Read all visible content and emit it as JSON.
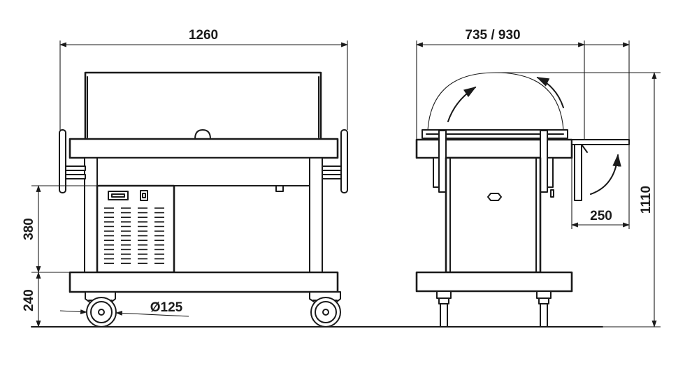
{
  "dimensions": {
    "front_width": "1260",
    "side_depth": "735 / 930",
    "shelf_height": "380",
    "base_height": "240",
    "wheel_diameter": "Ø125",
    "side_shelf": "250",
    "total_height": "1110"
  }
}
